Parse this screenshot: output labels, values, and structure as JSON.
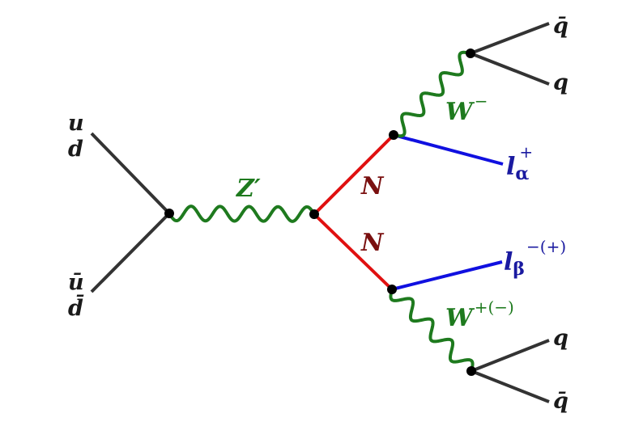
{
  "diagram": {
    "quarks_in": {
      "top_1": "u",
      "top_2": "d",
      "bottom_1": "ū",
      "bottom_2": "d̄"
    },
    "zprime_label": "Z′",
    "n_upper_label": "N",
    "n_lower_label": "N",
    "w_upper": {
      "base": "W",
      "charge": "−"
    },
    "w_lower": {
      "base": "W",
      "charge": "+(−)"
    },
    "lepton_upper": {
      "base": "l",
      "sub": "α",
      "charge": "+"
    },
    "lepton_lower": {
      "base": "l",
      "sub": "β",
      "charge": "−(+)"
    },
    "quarks_out_upper": {
      "first": "q̄",
      "second": "q"
    },
    "quarks_out_lower": {
      "first": "q",
      "second": "q̄"
    },
    "colors": {
      "fermion": "#333333",
      "boson": "#1e7a1e",
      "heavy_neutrino": "#e01010",
      "lepton": "#1010e0",
      "vertex": "#000000"
    }
  }
}
